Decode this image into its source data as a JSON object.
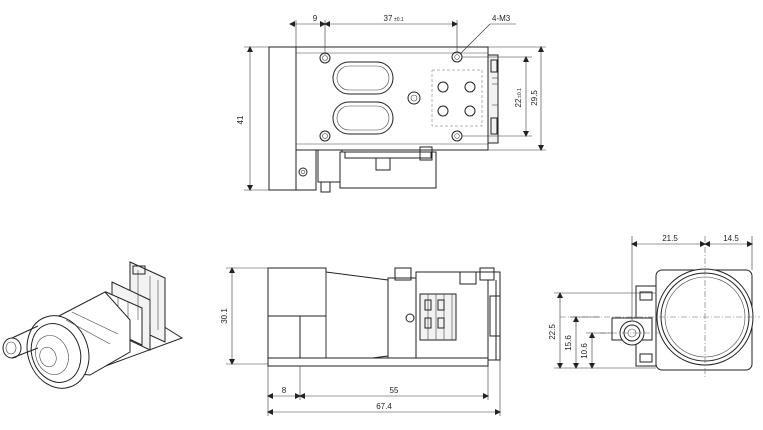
{
  "top_view": {
    "dim_9": "9",
    "dim_37": "37",
    "dim_37_tol": "±0.1",
    "callout_4m3": "4-M3",
    "dim_41": "41",
    "dim_22": "22",
    "dim_22_tol": "±0.1",
    "dim_29_5": "29.5"
  },
  "side_view": {
    "dim_30_1": "30.1",
    "dim_8": "8",
    "dim_55": "55",
    "dim_67_4": "67.4"
  },
  "end_view": {
    "dim_21_5": "21.5",
    "dim_14_5": "14.5",
    "dim_22_5": "22.5",
    "dim_15_6": "15.6",
    "dim_10_6": "10.6"
  }
}
